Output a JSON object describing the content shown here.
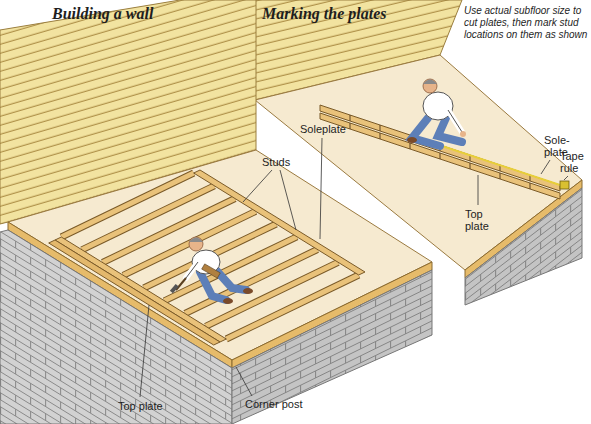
{
  "diagram": {
    "labels": [
      "Building a wall",
      "Marking the plates",
      "Use actual subfloor size to cut plates, then mark stud locations on them as shown",
      "Studs",
      "Soleplate",
      "Top plate",
      "Corner post",
      "Sole-plate",
      "Top plate",
      "Tape rule"
    ]
  }
}
